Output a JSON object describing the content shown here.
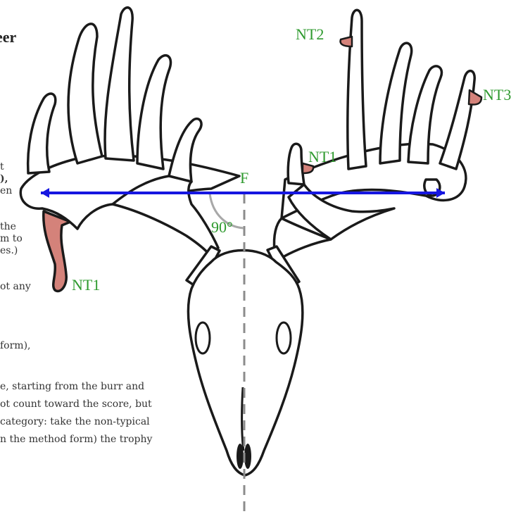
{
  "heading": "eer",
  "text_fragments": [
    "t",
    "),",
    "en",
    "the",
    "m to",
    "es.)",
    "ot any",
    "form),",
    "e, starting from the burr and",
    "ot count toward the score, but",
    "category:  take the non-typical",
    "n the method form)  the trophy"
  ],
  "labels": {
    "nt2": "NT2",
    "nt3": "NT3",
    "nt1_right": "NT1",
    "nt1_left": "NT1",
    "f": "F",
    "angle": "90°"
  },
  "colors": {
    "measure_line": "#1616e0",
    "label_green": "#2e9a2e",
    "nontypical_fill": "#d4827a",
    "antler_fill": "#ffffff",
    "outline": "#1a1a1a",
    "centerline": "#8c8c8c"
  }
}
